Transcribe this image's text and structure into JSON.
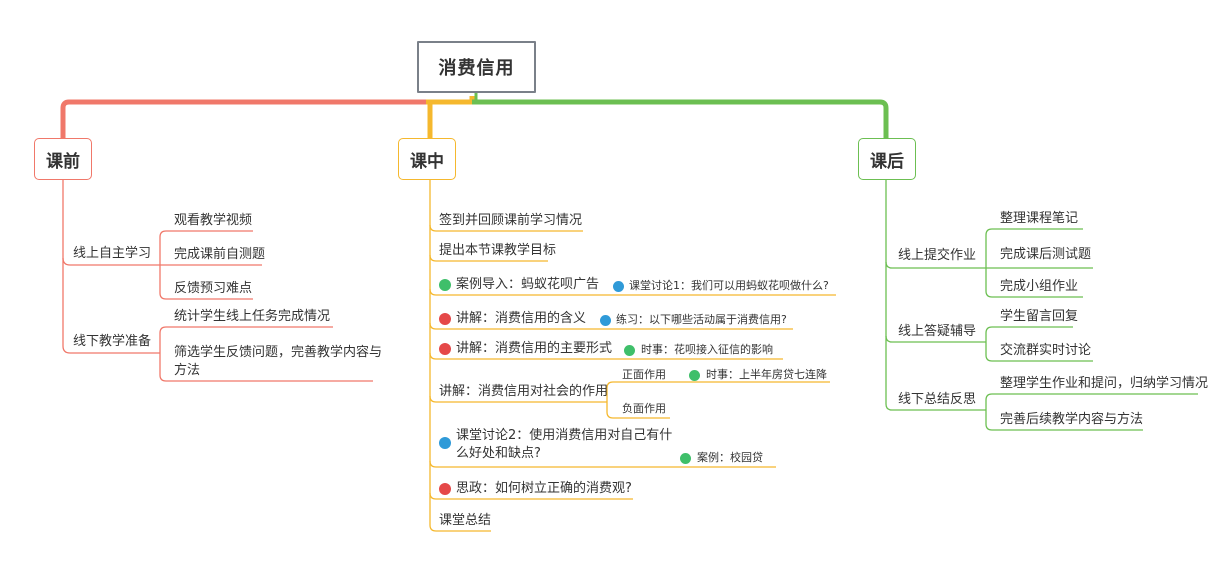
{
  "root": {
    "title": "消费信用"
  },
  "colors": {
    "pre": "#f0786a",
    "mid": "#f5b82e",
    "post": "#6cbf52",
    "root_border": "#7a8089",
    "icon_green": "#3fbf6a",
    "icon_red": "#e54848",
    "icon_blue": "#2f9ad8"
  },
  "pre": {
    "title": "课前",
    "groups": [
      {
        "label": "线上自主学习",
        "items": [
          "观看教学视频",
          "完成课前自测题",
          "反馈预习难点"
        ]
      },
      {
        "label": "线下教学准备",
        "items": [
          "统计学生线上任务完成情况",
          "筛选学生反馈问题，完善教学内容与",
          "方法"
        ]
      }
    ]
  },
  "mid": {
    "title": "课中",
    "items": {
      "signin": "签到并回顾课前学习情况",
      "goal": "提出本节课教学目标",
      "case": "案例导入：蚂蚁花呗广告",
      "case_sub": "课堂讨论1：我们可以用蚂蚁花呗做什么?",
      "meaning": "讲解：消费信用的含义",
      "meaning_sub": "练习：以下哪些活动属于消费信用?",
      "forms": "讲解：消费信用的主要形式",
      "forms_sub": "时事：花呗接入征信的影响",
      "effect": "讲解：消费信用对社会的作用",
      "effect_pos": "正面作用",
      "effect_pos_sub": "时事：上半年房贷七连降",
      "effect_neg": "负面作用",
      "disc2_line1": "课堂讨论2：使用消费信用对自己有什",
      "disc2_line2": "么好处和缺点?",
      "disc2_sub": "案例：校园贷",
      "ideology": "思政：如何树立正确的消费观?",
      "summary": "课堂总结"
    },
    "icons": {
      "case": "star-icon",
      "case_sub": "people-icon",
      "meaning": "heart-icon",
      "meaning_sub": "pencil-icon",
      "forms": "heart-icon",
      "forms_sub": "star-icon",
      "effect_pos_sub": "star-icon",
      "disc2": "people-icon",
      "disc2_sub": "star-icon",
      "ideology": "flag-icon"
    }
  },
  "post": {
    "title": "课后",
    "groups": [
      {
        "label": "线上提交作业",
        "items": [
          "整理课程笔记",
          "完成课后测试题",
          "完成小组作业"
        ]
      },
      {
        "label": "线上答疑辅导",
        "items": [
          "学生留言回复",
          "交流群实时讨论"
        ]
      },
      {
        "label": "线下总结反思",
        "items": [
          "整理学生作业和提问，归纳学习情况",
          "完善后续教学内容与方法"
        ]
      }
    ]
  }
}
